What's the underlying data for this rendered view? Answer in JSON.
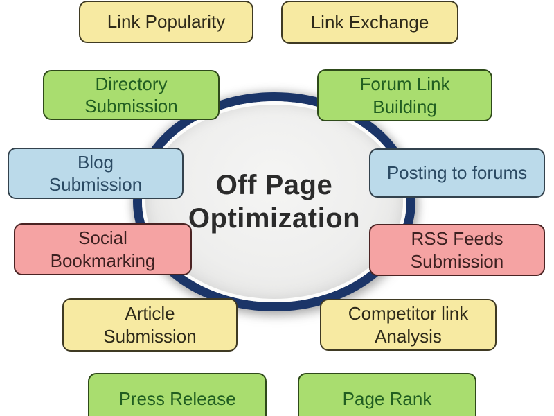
{
  "diagram": {
    "title": "Off Page Optimization",
    "center": {
      "label": "Off Page Optimization",
      "lines": [
        "Off Page",
        "Optimization"
      ]
    },
    "colors": {
      "background": "#ffffff",
      "circle_ring": "#1b3568",
      "circle_fill": "#ededec",
      "circle_highlight": "#fcfcfb",
      "yellow_fill": "#f7eaa2",
      "green_fill": "#a9dd6f",
      "blue_fill": "#bbdaea",
      "pink_fill": "#f5a3a3",
      "yellow_text": "#2e2a1a",
      "green_text": "#215e21",
      "blue_text": "#2b4a63",
      "pink_text": "#3c2020"
    },
    "nodes": [
      {
        "id": "link-popularity",
        "label": "Link Popularity",
        "lines": [
          "Link Popularity"
        ],
        "color_family": "yellow"
      },
      {
        "id": "link-exchange",
        "label": "Link Exchange",
        "lines": [
          "Link Exchange"
        ],
        "color_family": "yellow"
      },
      {
        "id": "directory-submission",
        "label": "Directory Submission",
        "lines": [
          "Directory",
          "Submission"
        ],
        "color_family": "green"
      },
      {
        "id": "forum-link-building",
        "label": "Forum Link Building",
        "lines": [
          "Forum Link",
          "Building"
        ],
        "color_family": "green"
      },
      {
        "id": "blog-submission",
        "label": "Blog Submission",
        "lines": [
          "Blog",
          "Submission"
        ],
        "color_family": "blue"
      },
      {
        "id": "posting-to-forums",
        "label": "Posting to forums",
        "lines": [
          "Posting to forums"
        ],
        "color_family": "blue"
      },
      {
        "id": "social-bookmarking",
        "label": "Social Bookmarking",
        "lines": [
          "Social",
          "Bookmarking"
        ],
        "color_family": "pink"
      },
      {
        "id": "rss-feeds-submission",
        "label": "RSS Feeds Submission",
        "lines": [
          "RSS Feeds",
          "Submission"
        ],
        "color_family": "pink"
      },
      {
        "id": "article-submission",
        "label": "Article Submission",
        "lines": [
          "Article",
          "Submission"
        ],
        "color_family": "yellow"
      },
      {
        "id": "competitor-link-analysis",
        "label": "Competitor link Analysis",
        "lines": [
          "Competitor link",
          "Analysis"
        ],
        "color_family": "yellow"
      },
      {
        "id": "press-release",
        "label": "Press Release",
        "lines": [
          "Press Release"
        ],
        "color_family": "green"
      },
      {
        "id": "page-rank",
        "label": "Page Rank",
        "lines": [
          "Page Rank"
        ],
        "color_family": "green"
      }
    ]
  }
}
